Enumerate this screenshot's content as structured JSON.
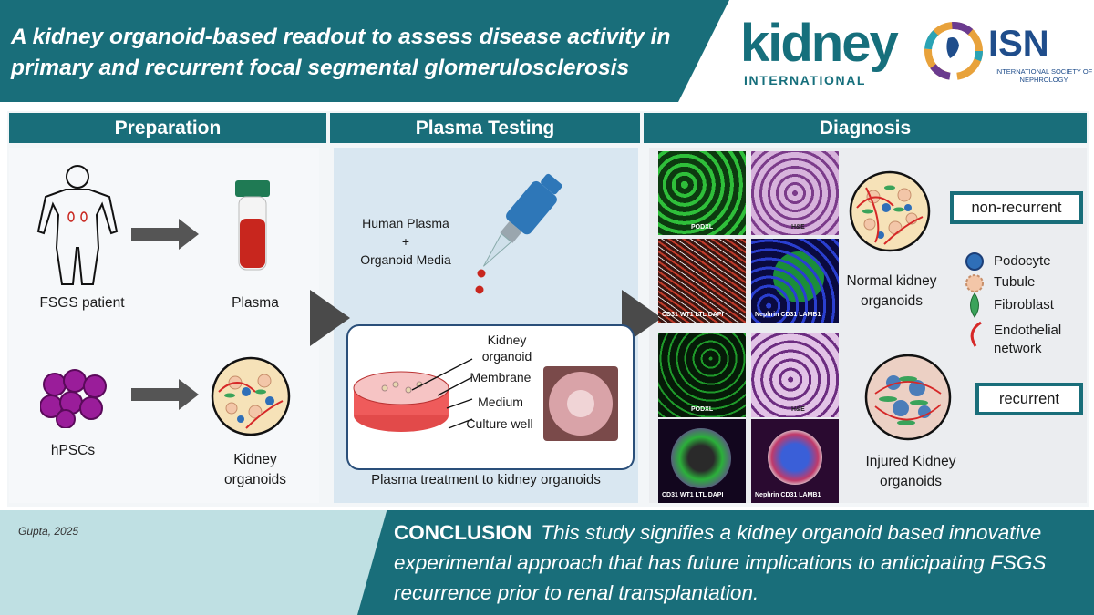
{
  "title": "A kidney organoid-based readout to assess disease activity in primary and recurrent focal segmental glomerulosclerosis",
  "logos": {
    "journal_main": "kidney",
    "journal_sub": "INTERNATIONAL",
    "society_main": "ISN",
    "society_sub": "INTERNATIONAL SOCIETY OF NEPHROLOGY"
  },
  "sections": {
    "preparation": "Preparation",
    "plasma_testing": "Plasma Testing",
    "diagnosis": "Diagnosis"
  },
  "preparation": {
    "patient": "FSGS patient",
    "plasma": "Plasma",
    "hpscs": "hPSCs",
    "organoids": "Kidney organoids"
  },
  "plasma_testing": {
    "media_line1": "Human Plasma",
    "media_plus": "+",
    "media_line2": "Organoid Media",
    "callouts": [
      "Kidney organoid",
      "Membrane",
      "Medium",
      "Culture well"
    ],
    "caption": "Plasma treatment to kidney organoids"
  },
  "diagnosis": {
    "stains_top": {
      "a": "PODXL",
      "b": "H&E",
      "c": "CD31 WT1 LTL DAPI",
      "d": "Nephrin CD31 LAMB1"
    },
    "stains_bottom": {
      "a": "PODXL",
      "b": "H&E",
      "c": "CD31 WT1 LTL DAPI",
      "d": "Nephrin CD31 LAMB1"
    },
    "normal_label": "Normal kidney organoids",
    "injured_label": "Injured Kidney organoids",
    "non_recurrent": "non-recurrent",
    "recurrent": "recurrent",
    "legend": [
      "Podocyte",
      "Tubule",
      "Fibroblast",
      "Endothelial network"
    ]
  },
  "footer": {
    "author": "Gupta, 2025",
    "conclusion_key": "CONCLUSION",
    "conclusion_text": "This study signifies a kidney organoid based innovative experimental approach that has future implications to anticipating FSGS recurrence prior to renal transplantation."
  },
  "colors": {
    "teal": "#196e7a",
    "light_teal": "#bfe0e3",
    "blood_red": "#c8261e",
    "podocyte_blue": "#2f6fb8",
    "tubule_peach": "#f3c6a8",
    "fibroblast_green": "#3aa35a",
    "endothelial_red": "#d62828"
  }
}
